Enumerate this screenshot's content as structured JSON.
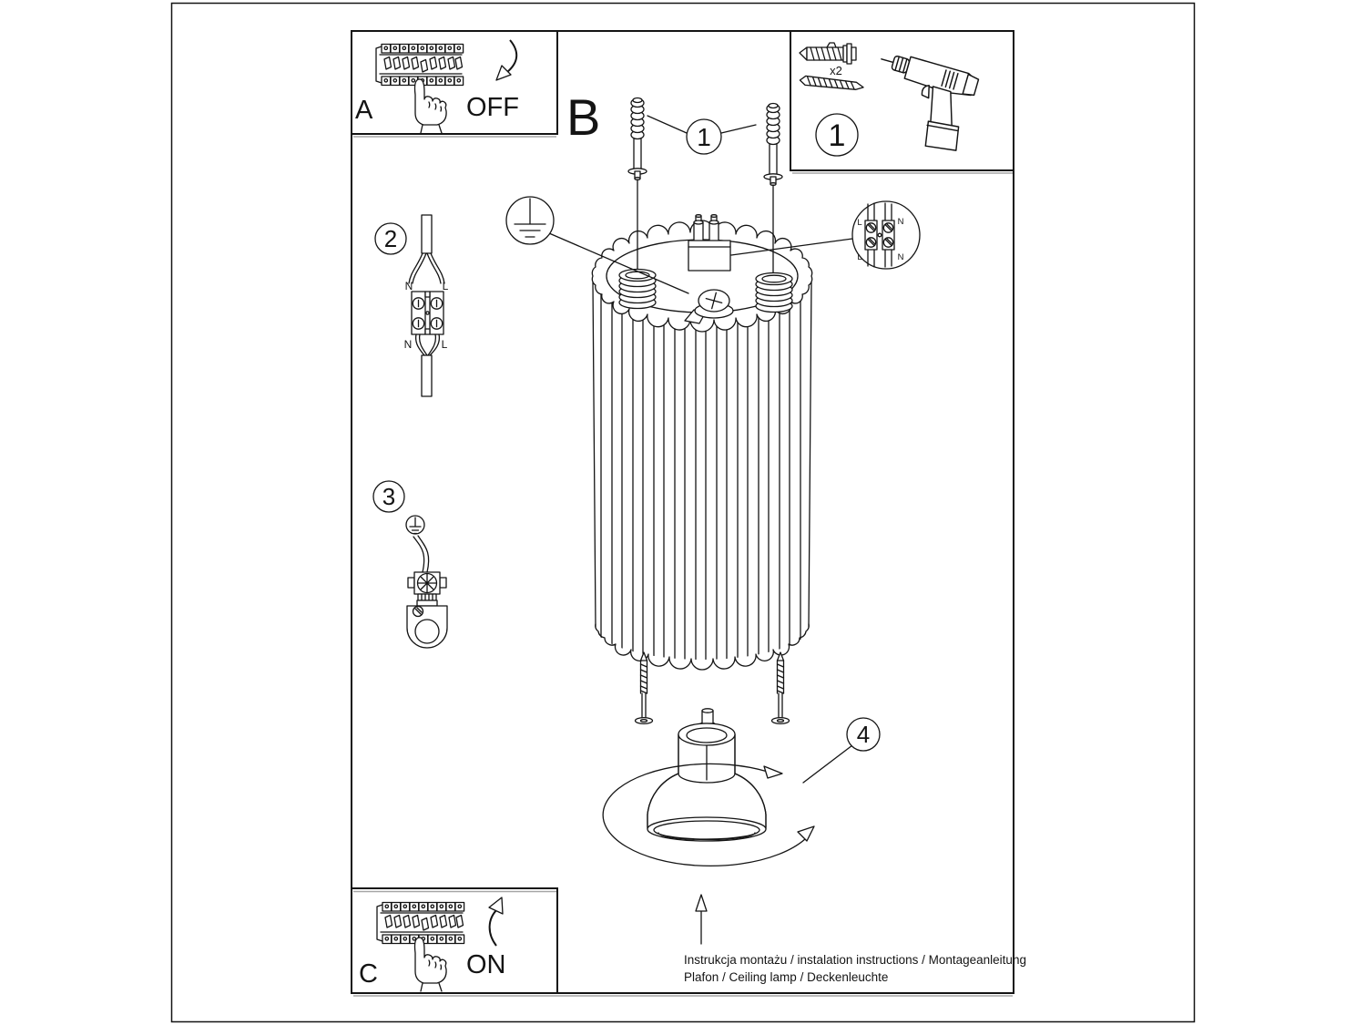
{
  "colors": {
    "ink": "#141414",
    "paper": "#ffffff",
    "shadow": "#a6a6a6"
  },
  "boxes": {
    "power_off": {
      "letter": "A",
      "state": "OFF"
    },
    "power_on": {
      "letter": "C",
      "state": "ON"
    },
    "tools": {
      "step": "1",
      "qty": "x2"
    }
  },
  "section_b": {
    "letter": "B",
    "callout": "1"
  },
  "steps": {
    "wire": "2",
    "ground": "3",
    "bulb": "4"
  },
  "terminal_block": {
    "top_left": "N",
    "top_right": "L",
    "bottom_left": "N",
    "bottom_right": "L"
  },
  "terminal_detail": {
    "top_left": "L",
    "top_right": "N",
    "bottom_left": "L",
    "bottom_right": "N"
  },
  "footer": {
    "line1": "Instrukcja montażu / instalation instructions / Montageanleitung",
    "line2": "Plafon / Ceiling lamp / Deckenleuchte"
  }
}
